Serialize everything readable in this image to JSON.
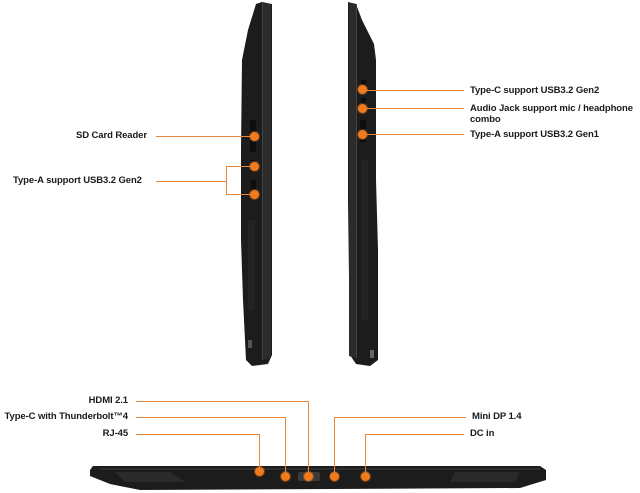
{
  "accent_color": "#f07a1e",
  "line_color": "#e8863a",
  "left_side": {
    "view": "left-side-profile",
    "callouts": [
      {
        "label": "SD Card Reader"
      },
      {
        "label": "Type-A support USB3.2 Gen2"
      }
    ]
  },
  "right_side": {
    "view": "right-side-profile",
    "callouts": [
      {
        "label": "Type-C support USB3.2 Gen2"
      },
      {
        "label": "Audio Jack support mic / headphone",
        "label_line2": "combo"
      },
      {
        "label": "Type-A support USB3.2 Gen1"
      }
    ]
  },
  "rear": {
    "view": "rear-profile",
    "callouts": [
      {
        "label": "HDMI 2.1"
      },
      {
        "label": "Type-C with Thunderbolt™4"
      },
      {
        "label": "RJ-45"
      },
      {
        "label": "Mini DP 1.4"
      },
      {
        "label": "DC in"
      }
    ]
  }
}
